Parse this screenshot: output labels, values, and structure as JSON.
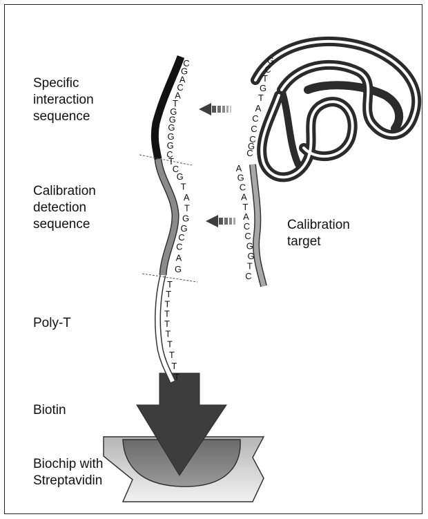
{
  "labels": {
    "specific": "Specific\ninteraction\nsequence",
    "calib_seq": "Calibration\ndetection\nsequence",
    "polyt": "Poly-T",
    "biotin": "Biotin",
    "biochip": "Biochip with\nStreptavidin",
    "calib_target": "Calibration\ntarget"
  },
  "sequences": {
    "specific": "CGACATGGGGGC",
    "calibration": "TCGTATGGCCAG",
    "polyt": "TTTTTTTTTT",
    "target_top": "GCTGTACCCGC",
    "target_calib": "AGCATACCGGTC"
  },
  "colors": {
    "strand_black": "#111111",
    "strand_gray": "#8a8a8a",
    "arrow_dark": "#3d3d3d",
    "arrow_light": "#9a9a9a",
    "chip_light": "#cfcfcf",
    "chip_mid": "#777777"
  }
}
